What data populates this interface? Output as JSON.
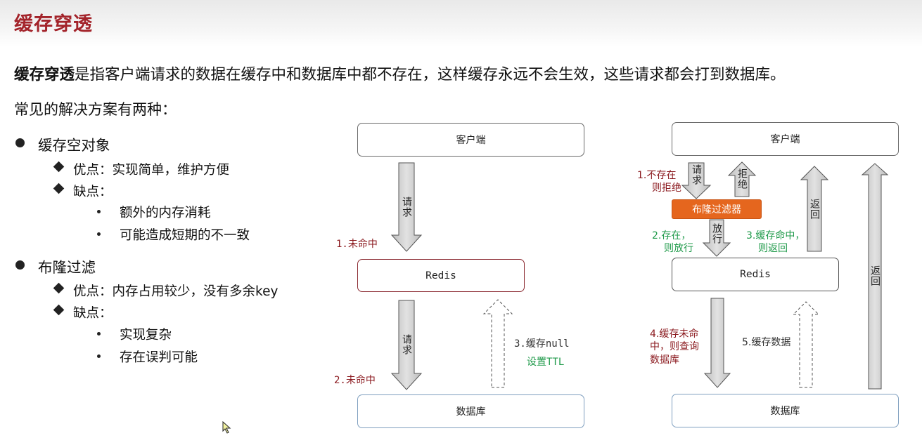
{
  "title": "缓存穿透",
  "definition": {
    "term": "缓存穿透",
    "text": "是指客户端请求的数据在缓存中和数据库中都不存在，这样缓存永远不会生效，这些请求都会打到数据库。"
  },
  "intro": "常见的解决方案有两种：",
  "solutions": [
    {
      "name": "缓存空对象",
      "pros_label": "优点：",
      "pros": "实现简单，维护方便",
      "cons_label": "缺点：",
      "cons": [
        "额外的内存消耗",
        "可能造成短期的不一致"
      ]
    },
    {
      "name": "布隆过滤",
      "pros_label": "优点：",
      "pros": "内存占用较少，没有多余key",
      "cons_label": "缺点：",
      "cons": [
        "实现复杂",
        "存在误判可能"
      ]
    }
  ],
  "diagram_left": {
    "client": "客户端",
    "redis": "Redis",
    "db": "数据库",
    "arrow_request_1": "请求",
    "arrow_request_2": "请求",
    "miss_1": "1.未命中",
    "miss_2": "2.未命中",
    "cache_null": "3.缓存null",
    "set_ttl": "设置TTL"
  },
  "diagram_right": {
    "client": "客户端",
    "filter": "布隆过滤器",
    "redis": "Redis",
    "db": "数据库",
    "request": "请求",
    "reject": "拒绝",
    "return_1": "返回",
    "pass": "放行",
    "return_2": "返回",
    "not_exist_1": "1.不存在",
    "not_exist_2": "则拒绝",
    "exist_1": "2.存在，",
    "exist_2": "则放行",
    "hit_1": "3.缓存命中，",
    "hit_2": "则返回",
    "miss_1": "4.缓存未命",
    "miss_2": "中，则查询",
    "miss_3": "数据库",
    "cache_data": "5.缓存数据"
  },
  "colors": {
    "title": "#a3232a",
    "filter": "#e5661e",
    "red_label": "#8b1a1f",
    "green_label": "#1f9a4a"
  }
}
